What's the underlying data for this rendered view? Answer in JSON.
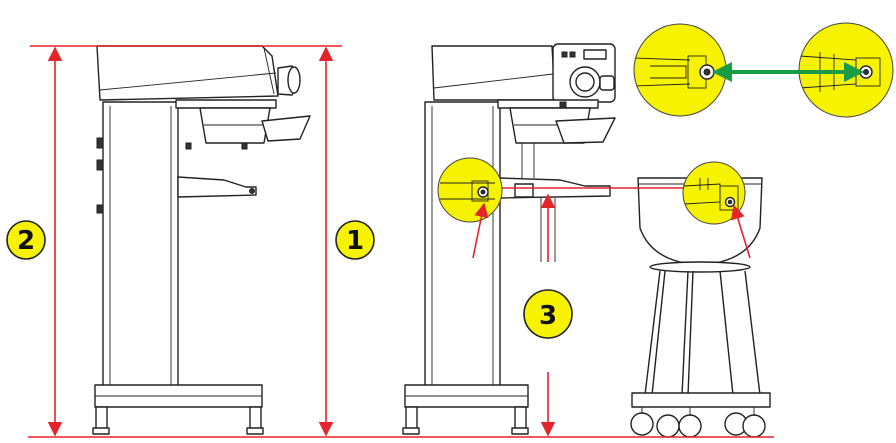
{
  "diagram": {
    "markers": [
      {
        "label": "1"
      },
      {
        "label": "2"
      },
      {
        "label": "3"
      }
    ]
  },
  "colors": {
    "dimension_line": "#e3242b",
    "highlight": "#f7f300",
    "link_arrow": "#1a9c46",
    "outline": "#222222"
  }
}
